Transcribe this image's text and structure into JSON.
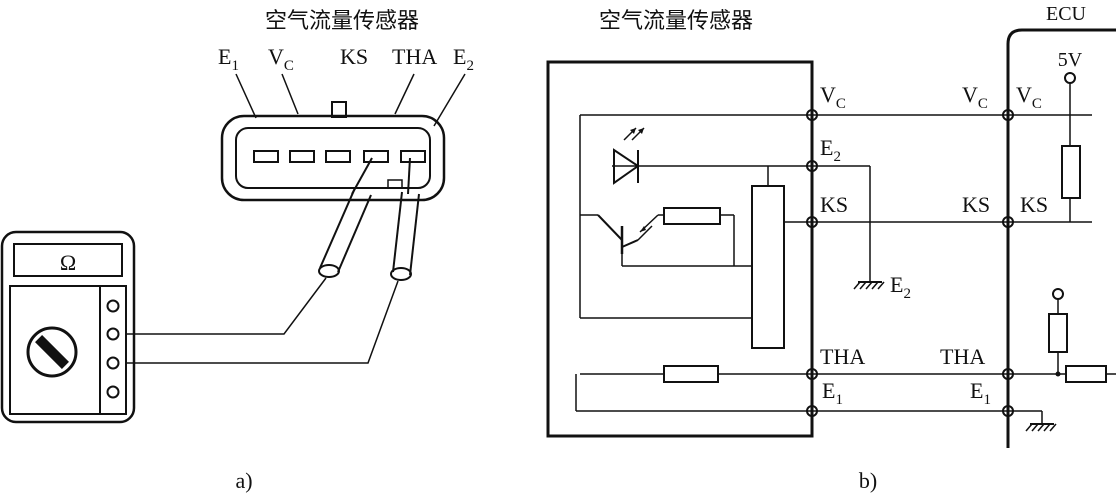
{
  "panel_a": {
    "title": "空气流量传感器",
    "pins": {
      "e1": {
        "main": "E",
        "sub": "1"
      },
      "vc": {
        "main": "V",
        "sub": "C"
      },
      "ks": "KS",
      "tha": "THA",
      "e2": {
        "main": "E",
        "sub": "2"
      }
    },
    "meter_symbol": "Ω",
    "caption": "a)"
  },
  "panel_b": {
    "title": "空气流量传感器",
    "ecu_label": "ECU",
    "supply": "5V",
    "sensor_terminals": {
      "vc": {
        "main": "V",
        "sub": "C"
      },
      "e2": {
        "main": "E",
        "sub": "2"
      },
      "ks": "KS",
      "tha": "THA",
      "e1": {
        "main": "E",
        "sub": "1"
      }
    },
    "ground_label": {
      "main": "E",
      "sub": "2"
    },
    "ecu_terminals_outer": {
      "vc": {
        "main": "V",
        "sub": "C"
      },
      "ks": "KS",
      "tha": "THA",
      "e1": {
        "main": "E",
        "sub": "1"
      }
    },
    "ecu_terminals_inner": {
      "vc": {
        "main": "V",
        "sub": "C"
      },
      "ks": "KS"
    },
    "caption": "b)"
  }
}
